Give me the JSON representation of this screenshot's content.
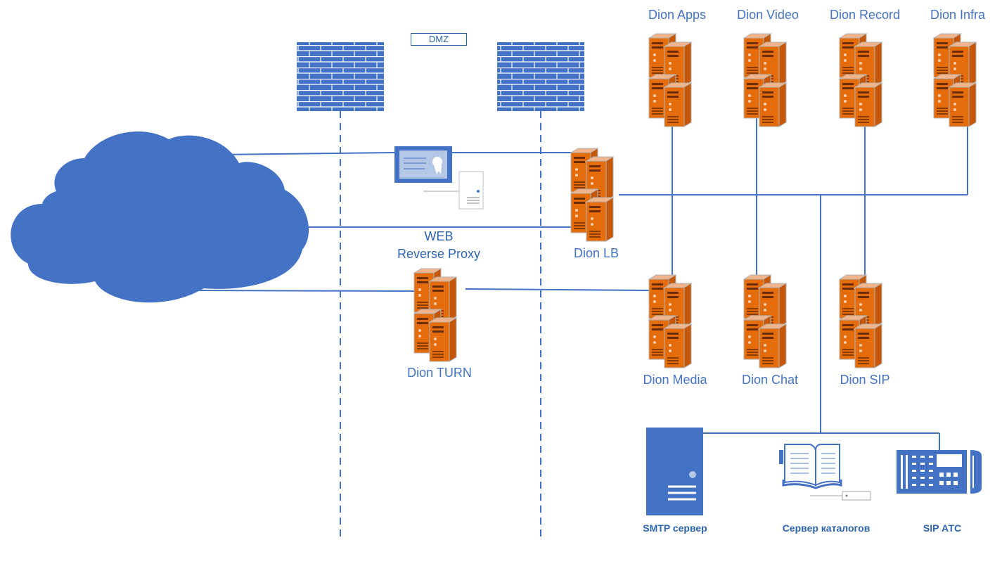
{
  "dmz_label": "DMZ",
  "server_groups": {
    "apps": "Dion Apps",
    "video": "Dion Video",
    "record": "Dion Record",
    "infra": "Dion Infra",
    "lb": "Dion LB",
    "turn": "Dion TURN",
    "media": "Dion Media",
    "chat": "Dion Chat",
    "sip": "Dion SIP"
  },
  "proxy": {
    "line1": "WEB",
    "line2": "Reverse Proxy"
  },
  "endpoints": {
    "smtp": "SMTP сервер",
    "catalog": "Сервер каталогов",
    "pbx": "SIP АТС"
  },
  "colors": {
    "line": "#4472c4",
    "cloud": "#4472c4",
    "firewall": "#4472c4",
    "server_orange": "#e46c0a",
    "label": "#4472c4"
  }
}
